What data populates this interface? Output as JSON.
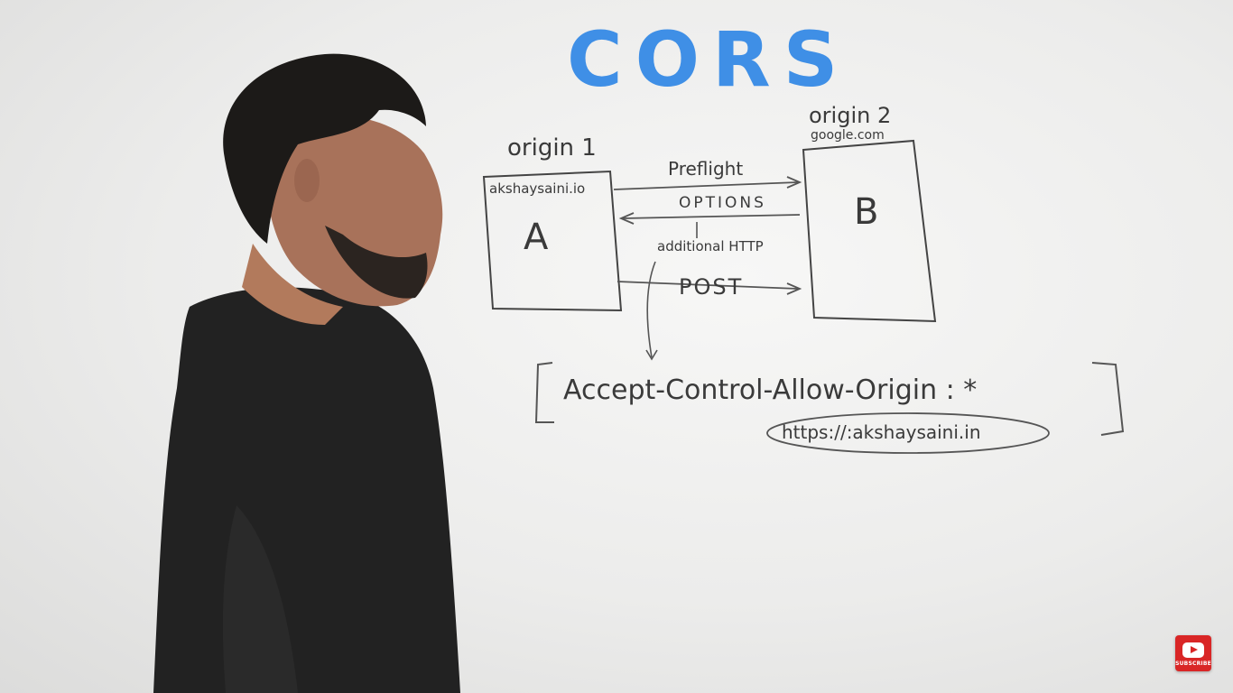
{
  "whiteboard": {
    "title": "CORS",
    "origin1_label": "origin 1",
    "origin1_domain": "akshaysaini.io",
    "box_a": "A",
    "origin2_label": "origin 2",
    "origin2_domain": "google.com",
    "box_b": "B",
    "preflight_label": "Preflight",
    "options_label": "OPTIONS",
    "additional_label": "additional HTTP",
    "post_label": "POST",
    "header_text": "Accept-Control-Allow-Origin : *",
    "header_value": "https://:akshaysaini.in"
  },
  "overlay": {
    "subscribe_label": "SUBSCRIBE",
    "subscribe_icon": "youtube-play-icon",
    "subscribe_color": "#d92626",
    "title_color": "#3f8fe6"
  }
}
